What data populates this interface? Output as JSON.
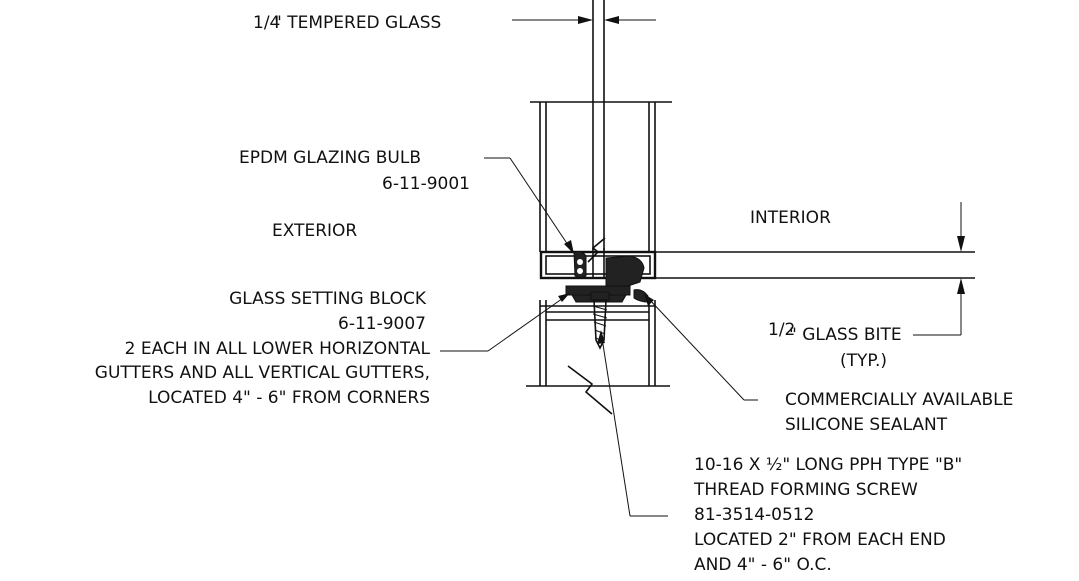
{
  "labels": {
    "tempered_glass": {
      "fraction": "1/4",
      "text": "\" TEMPERED GLASS"
    },
    "glazing_bulb": [
      "EPDM GLAZING BULB",
      "6-11-9001"
    ],
    "exterior": "EXTERIOR",
    "interior": "INTERIOR",
    "setting_block": [
      "GLASS SETTING BLOCK",
      "6-11-9007",
      "2 EACH IN ALL LOWER HORIZONTAL",
      "GUTTERS AND ALL VERTICAL GUTTERS,",
      "LOCATED 4\" - 6\" FROM CORNERS"
    ],
    "glass_bite": {
      "fraction": "1/2",
      "text": "\" GLASS BITE",
      "typ": "(TYP.)"
    },
    "sealant": [
      "COMMERCIALLY AVAILABLE",
      "SILICONE SEALANT"
    ],
    "screw": [
      "10-16 X ½\" LONG PPH TYPE \"B\"",
      "THREAD FORMING SCREW",
      "81-3514-0512",
      "LOCATED 2\" FROM EACH END",
      "AND 4\" - 6\" O.C."
    ]
  }
}
